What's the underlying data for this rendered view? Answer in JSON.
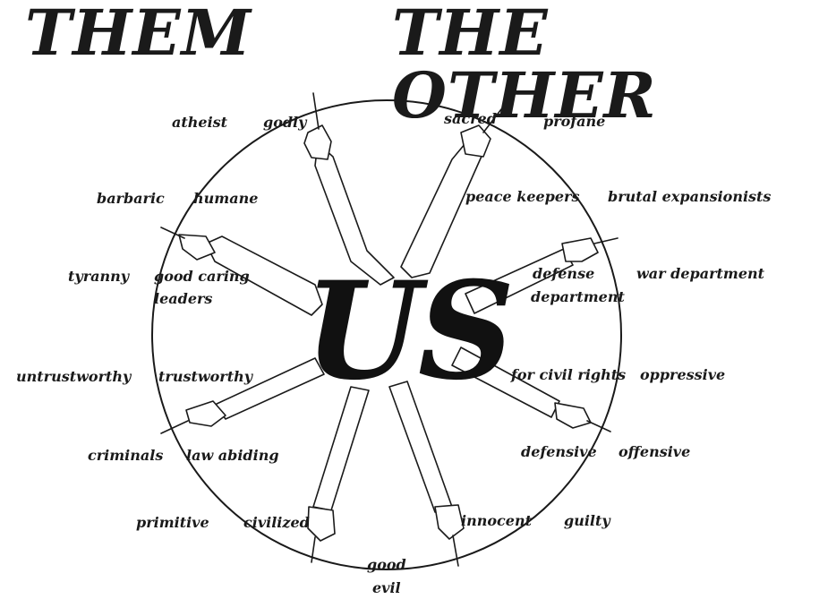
{
  "titles": {
    "left": "THEM",
    "right": "THE OTHER"
  },
  "center": "US",
  "labels": {
    "atheist": "atheist",
    "godly": "godly",
    "sacred": "sacred",
    "profane": "profane",
    "barbaric": "barbaric",
    "humane": "humane",
    "peace_keepers": "peace keepers",
    "brutal_expansionists": "brutal expansionists",
    "tyranny": "tyranny",
    "good_caring": "good caring",
    "leaders": "leaders",
    "defense": "defense",
    "department": "department",
    "war_department": "war department",
    "untrustworthy": "untrustworthy",
    "trustworthy": "trustworthy",
    "for_civil_rights": "for civil rights",
    "oppressive": "oppressive",
    "criminals": "criminals",
    "law_abiding": "law abiding",
    "defensive": "defensive",
    "offensive": "offensive",
    "primitive": "primitive",
    "civilized": "civilized",
    "innocent": "innocent",
    "guilty": "guilty",
    "good": "good",
    "evil": "evil"
  },
  "colors": {
    "ink": "#1a1a1a",
    "paper": "#ffffff"
  }
}
